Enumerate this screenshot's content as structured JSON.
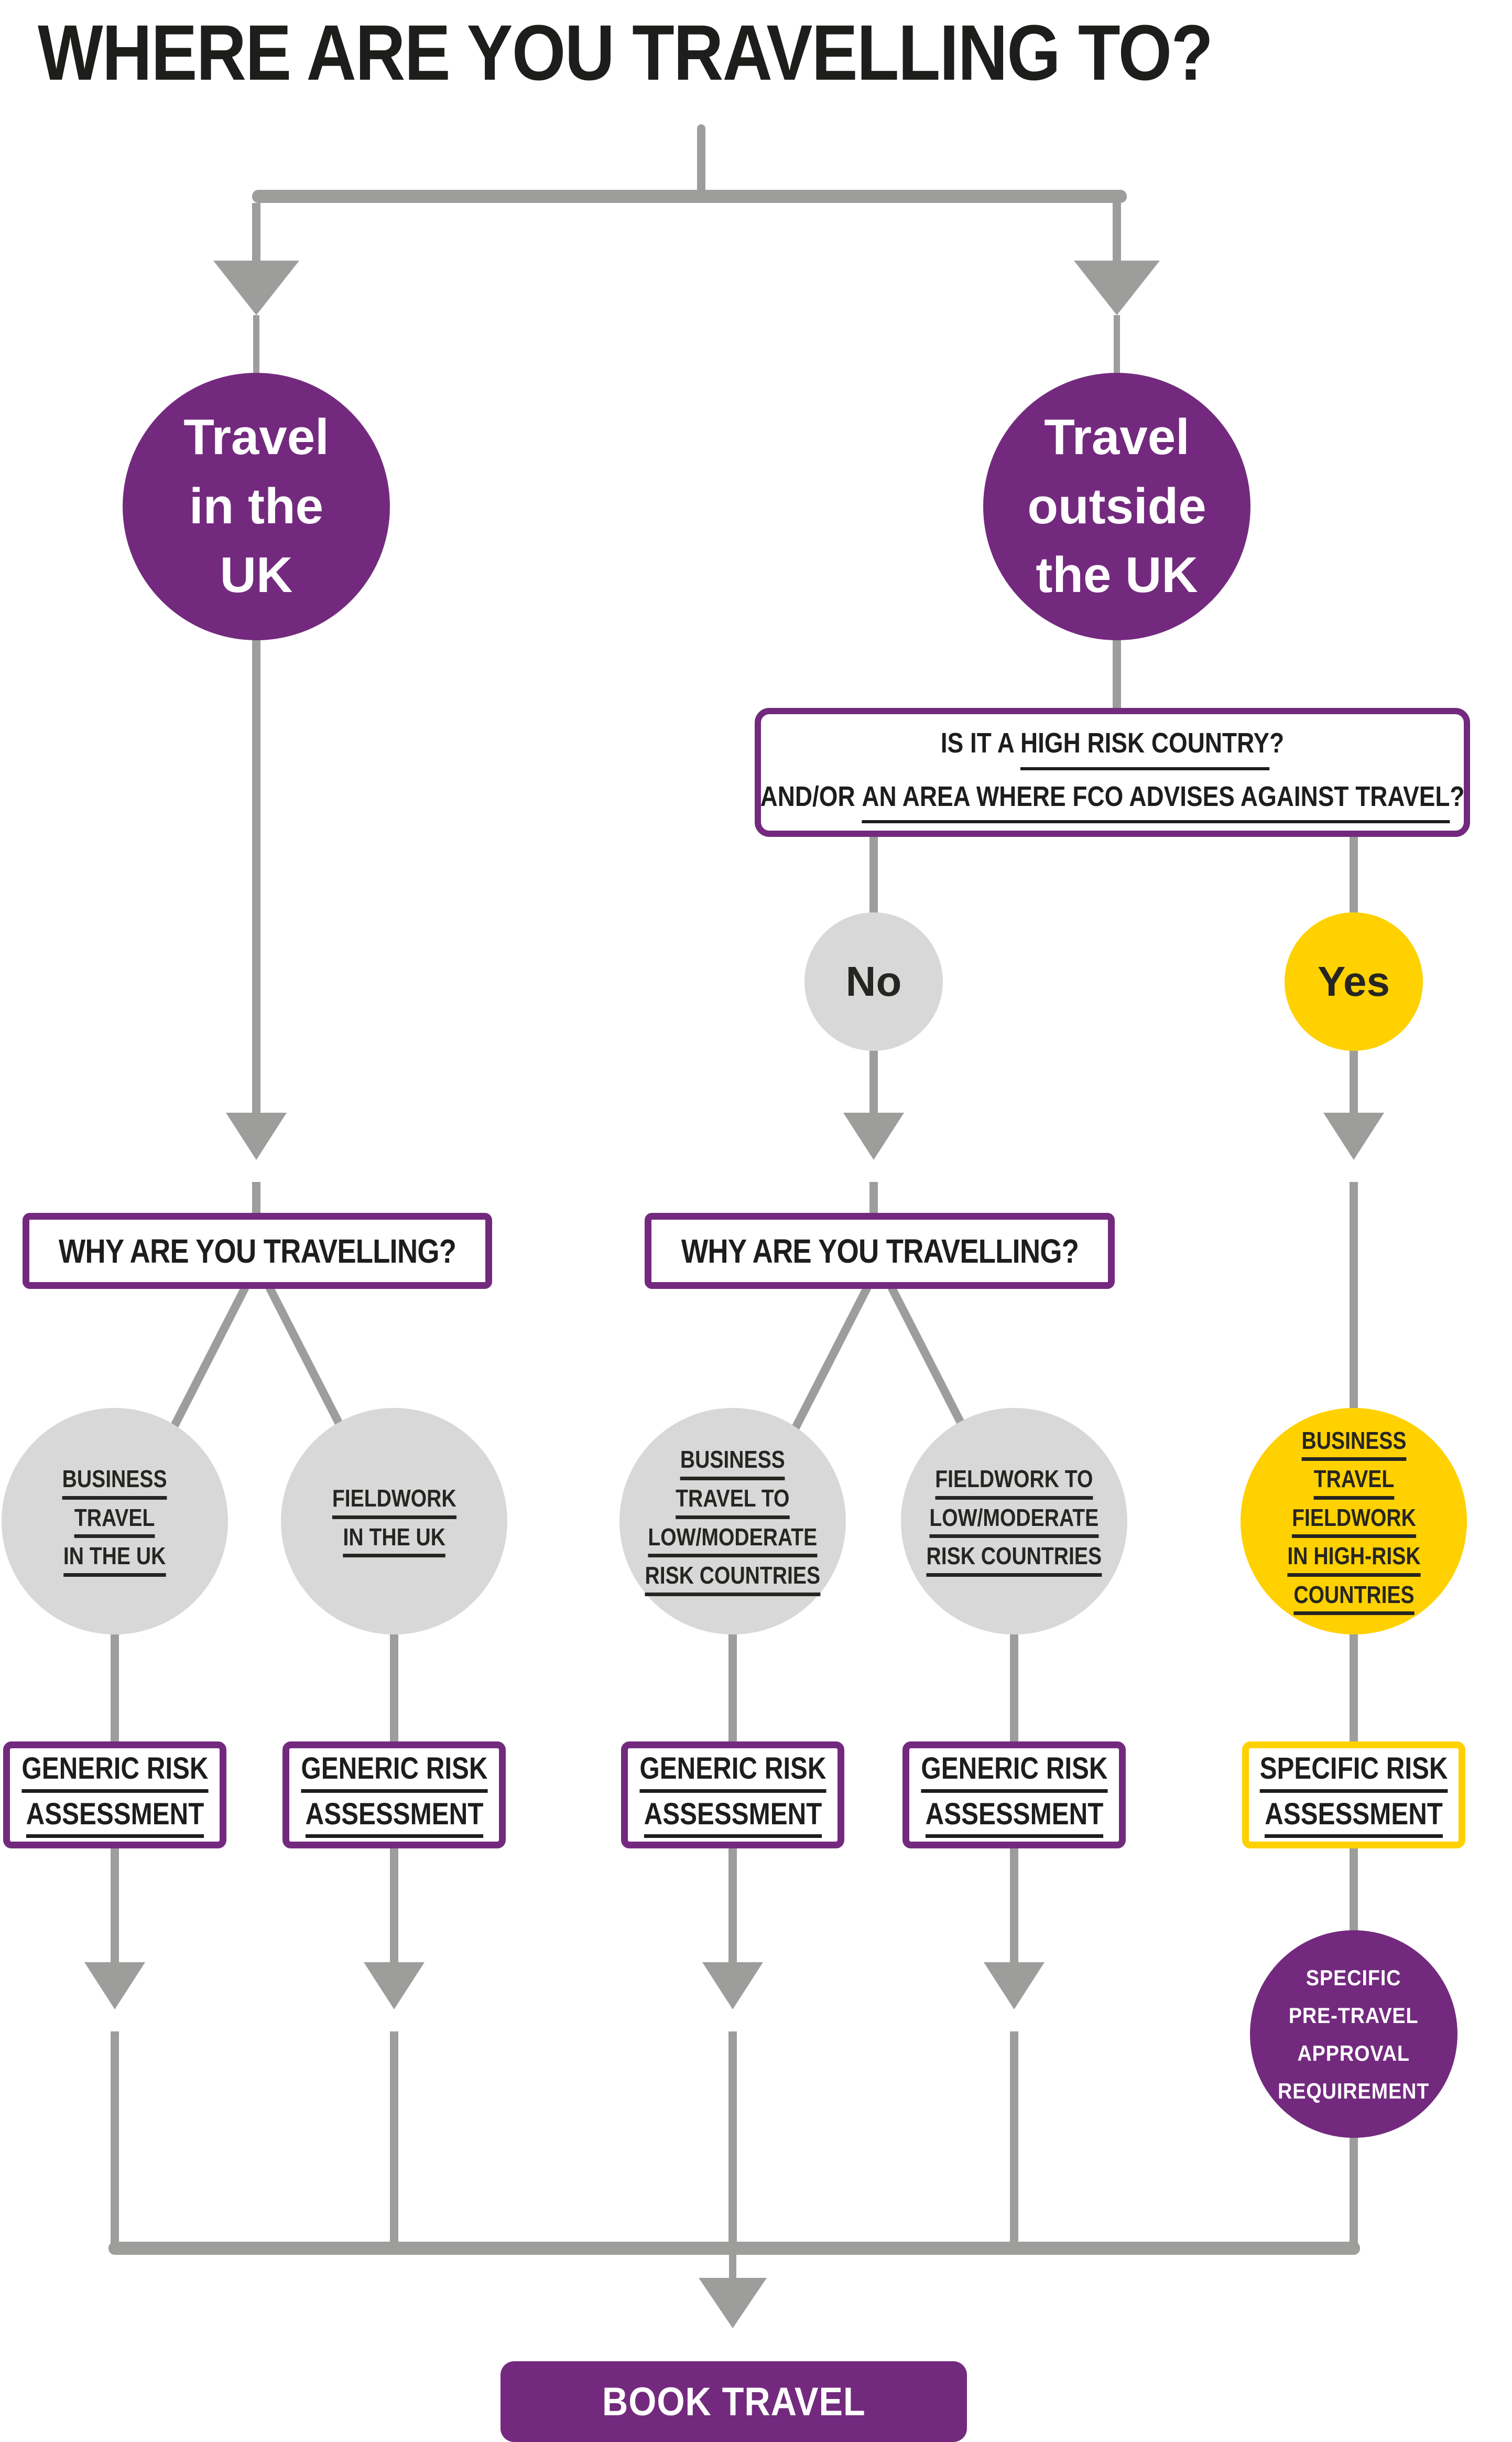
{
  "title": "WHERE ARE YOU TRAVELLING TO?",
  "palette": {
    "purple": "#732a7e",
    "yellow": "#ffd100",
    "node_gray": "#d8d8d8",
    "connector_gray": "#9d9d9c",
    "text_dark": "#262522",
    "title_black": "#1d1d1b"
  },
  "flow": {
    "travel_in_uk": {
      "lines": [
        "Travel",
        "in the",
        "UK"
      ]
    },
    "travel_outside_uk": {
      "lines": [
        "Travel",
        "outside",
        "the UK"
      ]
    },
    "high_risk_question": {
      "prefix1": "IS IT A ",
      "link1": "HIGH RISK COUNTRY",
      "suffix1": "?",
      "prefix2": "AND/OR ",
      "link2": "AN AREA WHERE FCO ADVISES AGAINST TRAVEL",
      "suffix2": "?"
    },
    "no_label": "No",
    "yes_label": "Yes",
    "why_travelling": "WHY ARE YOU TRAVELLING?",
    "business_uk": {
      "lines": [
        "BUSINESS",
        "TRAVEL",
        "IN THE UK"
      ]
    },
    "fieldwork_uk": {
      "lines": [
        "FIELDWORK",
        "IN THE UK"
      ]
    },
    "business_lowmod": {
      "lines": [
        "BUSINESS",
        "TRAVEL TO",
        "LOW/MODERATE",
        "RISK COUNTRIES"
      ]
    },
    "fieldwork_lowmod": {
      "lines": [
        "FIELDWORK TO",
        "LOW/MODERATE",
        "RISK COUNTRIES"
      ]
    },
    "business_highrisk": {
      "lines": [
        "BUSINESS",
        "TRAVEL",
        "FIELDWORK",
        "IN HIGH-RISK",
        "COUNTRIES"
      ]
    },
    "generic_ra": {
      "lines": [
        "GENERIC RISK",
        "ASSESSMENT"
      ]
    },
    "specific_ra": {
      "lines": [
        "SPECIFIC RISK",
        "ASSESSMENT"
      ]
    },
    "pretravel_approval": {
      "lines": [
        "SPECIFIC",
        "PRE-TRAVEL",
        "APPROVAL",
        "REQUIREMENT"
      ]
    },
    "book_travel": "BOOK TRAVEL"
  }
}
